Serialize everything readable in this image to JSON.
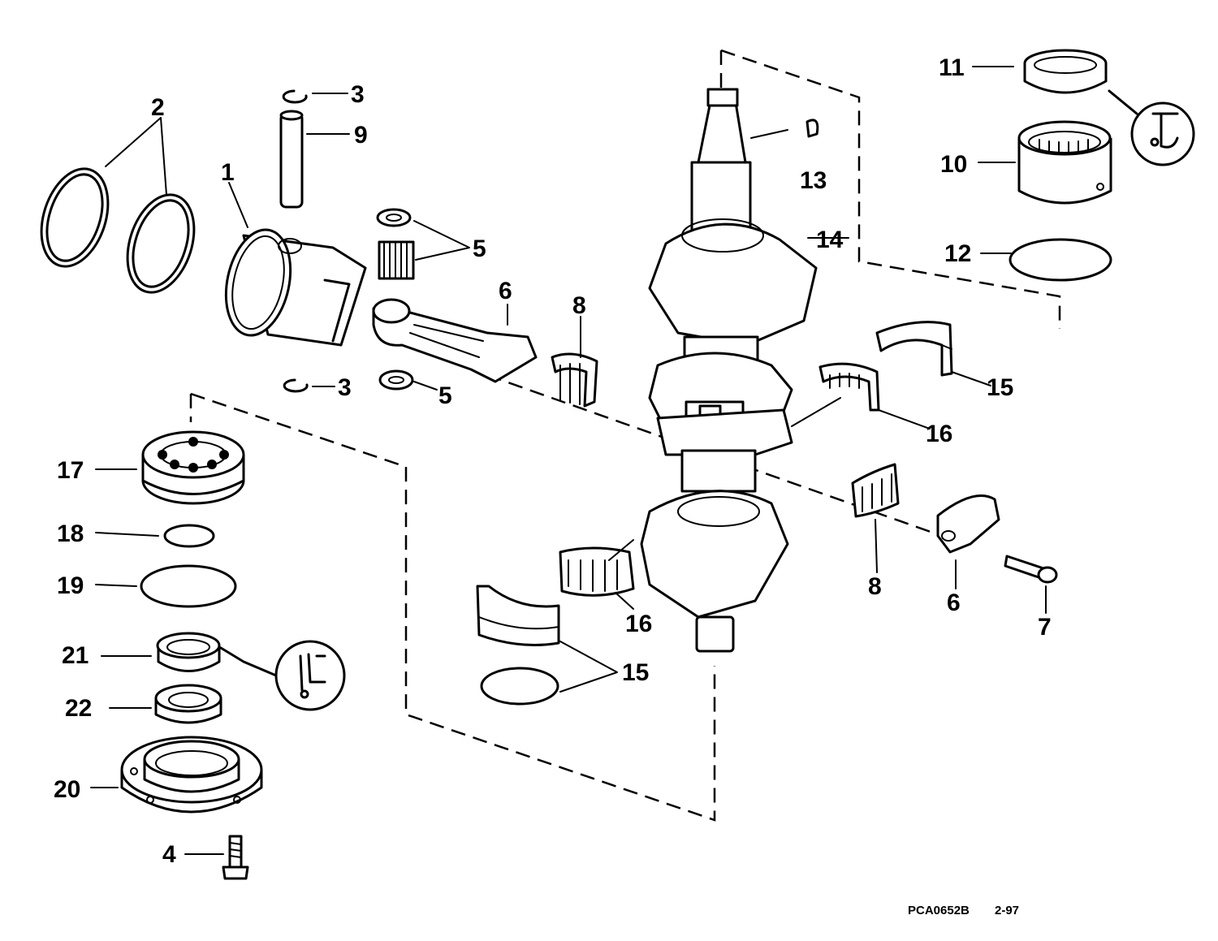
{
  "callouts": {
    "c1": "1",
    "c2": "2",
    "c3a": "3",
    "c3b": "3",
    "c4": "4",
    "c5a": "5",
    "c5b": "5",
    "c6a": "6",
    "c6b": "6",
    "c7": "7",
    "c8a": "8",
    "c8b": "8",
    "c9": "9",
    "c10": "10",
    "c11": "11",
    "c12": "12",
    "c13": "13",
    "c14": "14",
    "c15a": "15",
    "c15b": "15",
    "c16a": "16",
    "c16b": "16",
    "c17": "17",
    "c18": "18",
    "c19": "19",
    "c20": "20",
    "c21": "21",
    "c22": "22"
  },
  "footer": {
    "code": "PCA0652B",
    "date": "2-97"
  }
}
